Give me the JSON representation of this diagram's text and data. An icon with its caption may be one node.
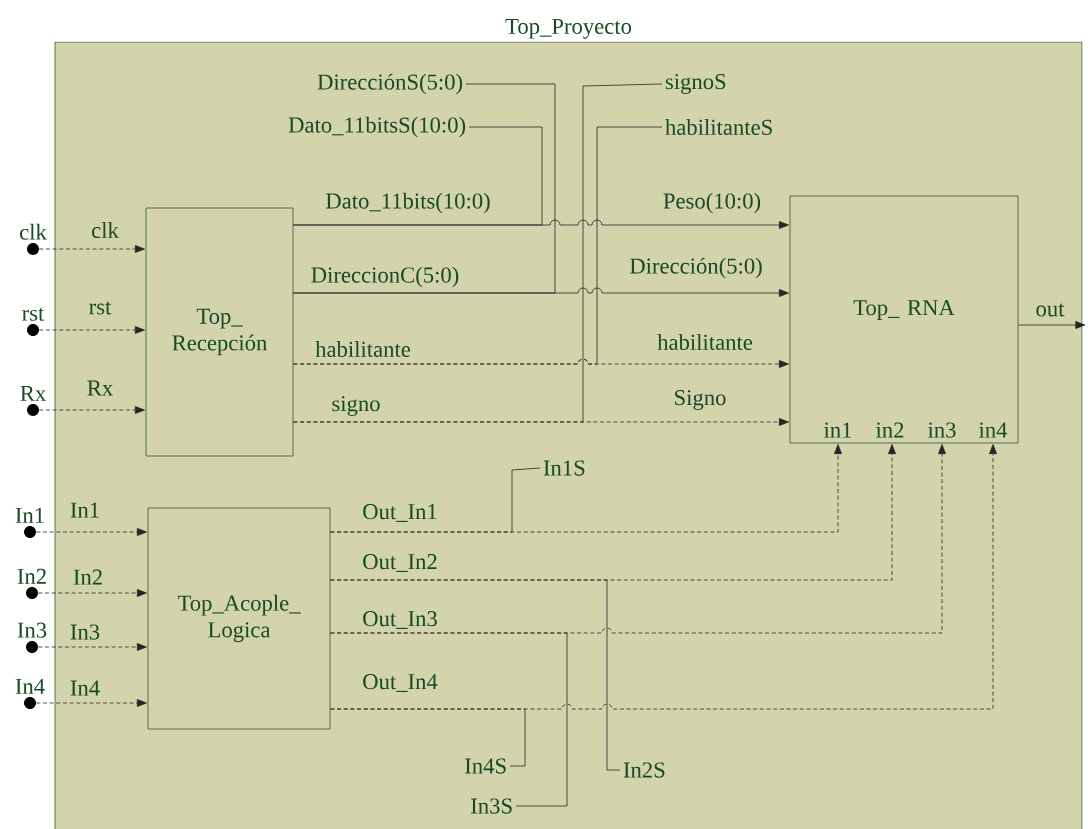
{
  "diagram": {
    "nodes": [
      {
        "text": [
          "Top_Proyecto"
        ]
      },
      {
        "text": [
          "Top_ Recepción"
        ],
        "in": 0
      },
      {
        "text": [
          "Top_ RNA",
          "in1",
          "in2",
          "in3",
          "in4"
        ],
        "in": 0
      },
      {
        "text": [
          "Top_Acople_ Logica"
        ],
        "in": 0
      },
      {
        "text": [],
        "shape": "circle",
        "beside": [
          "clk"
        ]
      },
      {
        "text": [],
        "shape": "circle",
        "beside": [
          "rst"
        ]
      },
      {
        "text": [],
        "shape": "circle",
        "beside": [
          "Rx"
        ]
      },
      {
        "text": [],
        "shape": "circle",
        "beside": [
          "In1"
        ]
      },
      {
        "text": [],
        "shape": "circle",
        "beside": [
          "In2"
        ]
      },
      {
        "text": [],
        "shape": "circle",
        "beside": [
          "In3"
        ]
      },
      {
        "text": [],
        "shape": "circle",
        "beside": [
          "In4"
        ]
      },
      {
        "text": [
          "DirecciónS(5:0)"
        ],
        "in": 0
      },
      {
        "text": [
          "Dato_11bitsS(10:0)"
        ],
        "in": 0
      },
      {
        "text": [
          "signoS"
        ],
        "in": 0
      },
      {
        "text": [
          "habilitanteS"
        ],
        "in": 0
      },
      {
        "text": [
          "In1S"
        ],
        "in": 0
      },
      {
        "text": [
          "In2S"
        ],
        "in": 0
      },
      {
        "text": [
          "In3S"
        ],
        "in": 0
      },
      {
        "text": [
          "In4S"
        ],
        "in": 0
      }
    ],
    "edges": [
      {
        "from": 4,
        "to": 1,
        "arrow": "to",
        "label": "clk",
        "style": "dashed"
      },
      {
        "from": 5,
        "to": 1,
        "arrow": "to",
        "label": "rst",
        "style": "dashed"
      },
      {
        "from": 6,
        "to": 1,
        "arrow": "to",
        "label": "Rx",
        "style": "dashed"
      },
      {
        "from": 7,
        "to": 3,
        "arrow": "to",
        "label": "In1",
        "style": "dashed"
      },
      {
        "from": 8,
        "to": 3,
        "arrow": "to",
        "label": "In2",
        "style": "dashed"
      },
      {
        "from": 9,
        "to": 3,
        "arrow": "to",
        "label": "In3",
        "style": "dashed"
      },
      {
        "from": 10,
        "to": 3,
        "arrow": "to",
        "label": "In4",
        "style": "dashed"
      },
      {
        "from": 1,
        "to": 2,
        "arrow": "to",
        "label": "Dato_11bits(10:0)"
      },
      {
        "from": 1,
        "to": 12,
        "arrow": "none"
      },
      {
        "from": 1,
        "to": 2,
        "arrow": "to",
        "label": "DireccionC(5:0)"
      },
      {
        "from": 1,
        "to": 11,
        "arrow": "none"
      },
      {
        "from": 1,
        "to": 2,
        "arrow": "to",
        "label": "habilitante",
        "style": "dashed"
      },
      {
        "from": 1,
        "to": 14,
        "arrow": "none",
        "style": "dashed"
      },
      {
        "from": 1,
        "to": 2,
        "arrow": "to",
        "label": "signo",
        "style": "dashed"
      },
      {
        "from": 1,
        "to": 13,
        "arrow": "none"
      },
      {
        "from": 2,
        "to": null,
        "arrow": "to",
        "label": "out"
      },
      {
        "from": 3,
        "to": 2,
        "arrow": "to",
        "label": "Out_In1",
        "style": "dashed"
      },
      {
        "from": 3,
        "to": 15,
        "arrow": "none",
        "style": "dashed"
      },
      {
        "from": 3,
        "to": 2,
        "arrow": "to",
        "label": "Out_In2",
        "style": "dashed"
      },
      {
        "from": 3,
        "to": 16,
        "arrow": "none",
        "style": "dashed"
      },
      {
        "from": 3,
        "to": 2,
        "arrow": "to",
        "label": "Out_In3",
        "style": "dashed"
      },
      {
        "from": 3,
        "to": 17,
        "arrow": "none",
        "style": "dashed"
      },
      {
        "from": 3,
        "to": 2,
        "arrow": "to",
        "label": "Out_In4",
        "style": "dashed"
      },
      {
        "from": 3,
        "to": 18,
        "arrow": "none",
        "style": "dashed"
      }
    ],
    "labels": [
      "Peso(10:0)",
      "Dirección(5:0)",
      "habilitante",
      "Signo"
    ]
  }
}
